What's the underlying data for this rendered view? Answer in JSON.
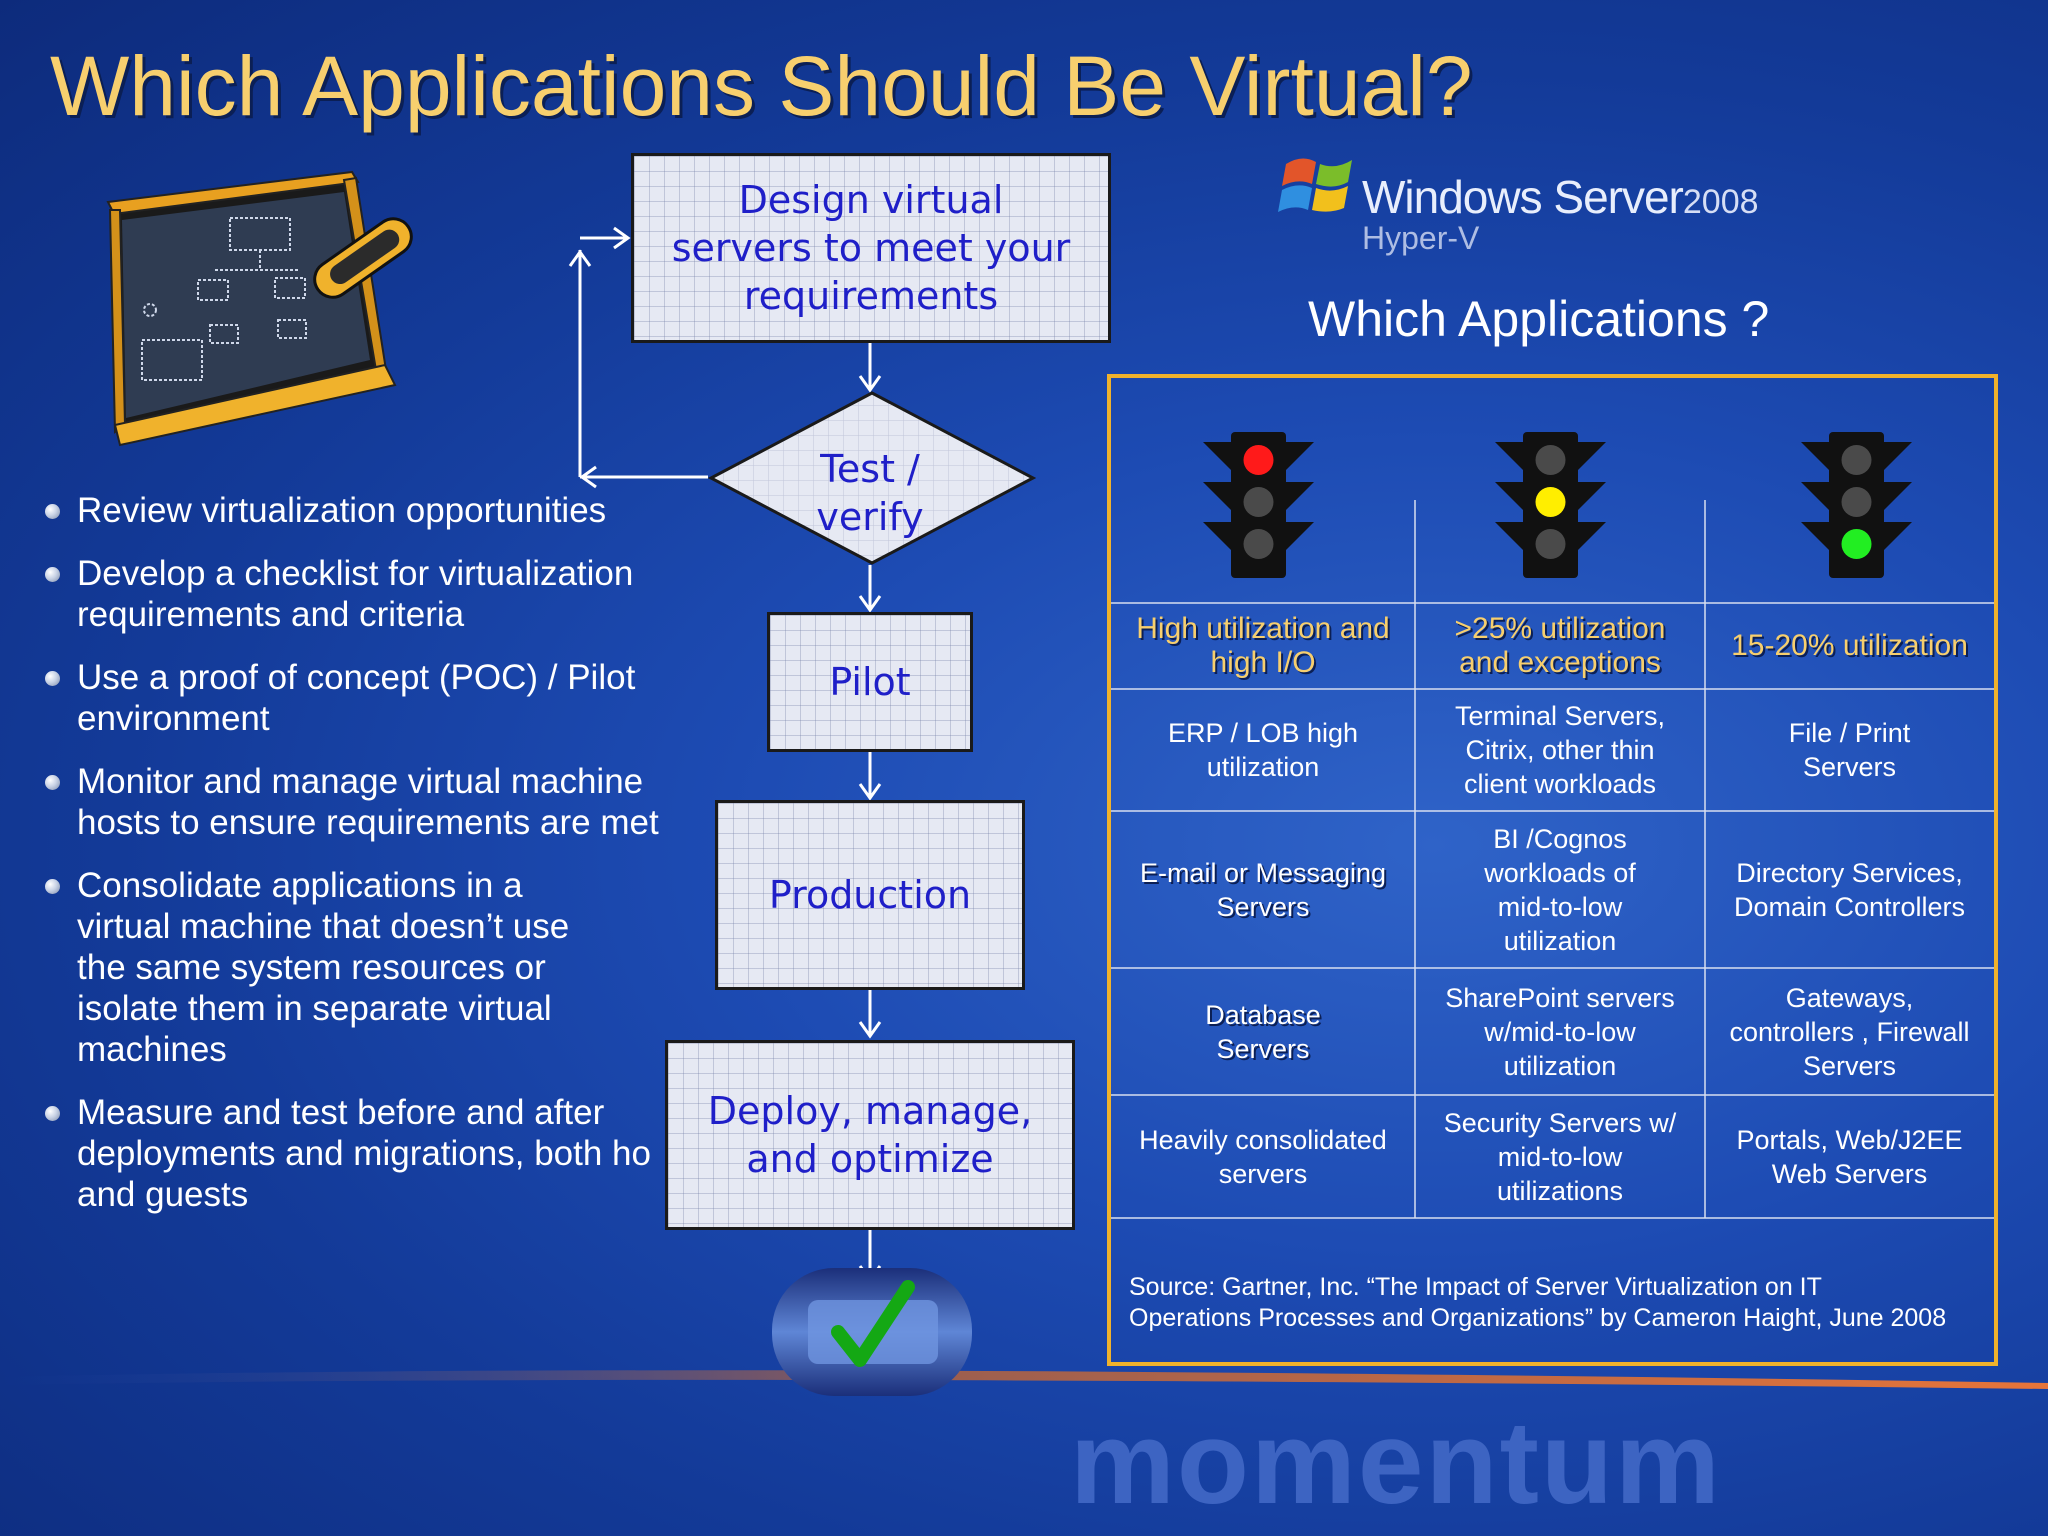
{
  "title": "Which Applications Should Be Virtual?",
  "watermark": "momentum",
  "bullets": [
    "Review virtualization opportunities",
    "Develop a checklist for virtualization\nrequirements and criteria",
    "Use a proof of concept (POC) / Pilot\nenvironment",
    "Monitor and manage virtual machine\nhosts to ensure requirements are met",
    "Consolidate applications in a\nvirtual machine that doesn’t use\nthe same system resources or\nisolate them in separate virtual\nmachines",
    "Measure and test before and after\ndeployments and migrations, both ho\nand guests"
  ],
  "flow": {
    "design": "Design virtual\nservers to meet your\nrequirements",
    "test": "Test /\nverify",
    "pilot": "Pilot",
    "production": "Production",
    "deploy": "Deploy, manage,\nand optimize"
  },
  "logo": {
    "product": "Windows Server",
    "year": "2008",
    "sub": "Hyper-V"
  },
  "subtitle": "Which Applications ?",
  "table": {
    "headers": [
      "High utilization and\nhigh I/O",
      ">25% utilization\nand exceptions",
      "15-20% utilization"
    ],
    "lights": [
      "red",
      "yellow",
      "green"
    ],
    "colors": {
      "red": "#ff1a1a",
      "yellow": "#ffee00",
      "green": "#22ee22",
      "off": "#4a4a4a",
      "border": "#f0b22c"
    },
    "rows": [
      [
        "ERP / LOB high\nutilization",
        "Terminal Servers,\nCitrix, other thin\nclient workloads",
        "File / Print\nServers"
      ],
      [
        "E-mail or Messaging\nServers",
        "BI /Cognos\nworkloads of\nmid-to-low\nutilization",
        "Directory Services,\nDomain Controllers"
      ],
      [
        "Database\nServers",
        "SharePoint servers\nw/mid-to-low\nutilization",
        "Gateways,\ncontrollers , Firewall\nServers"
      ],
      [
        "Heavily consolidated\nservers",
        "Security Servers w/\nmid-to-low\nutilizations",
        "Portals, Web/J2EE\nWeb Servers"
      ]
    ],
    "source": "Source: Gartner, Inc. “The Impact of Server Virtualization on IT\nOperations Processes and Organizations” by Cameron Haight, June 2008"
  }
}
